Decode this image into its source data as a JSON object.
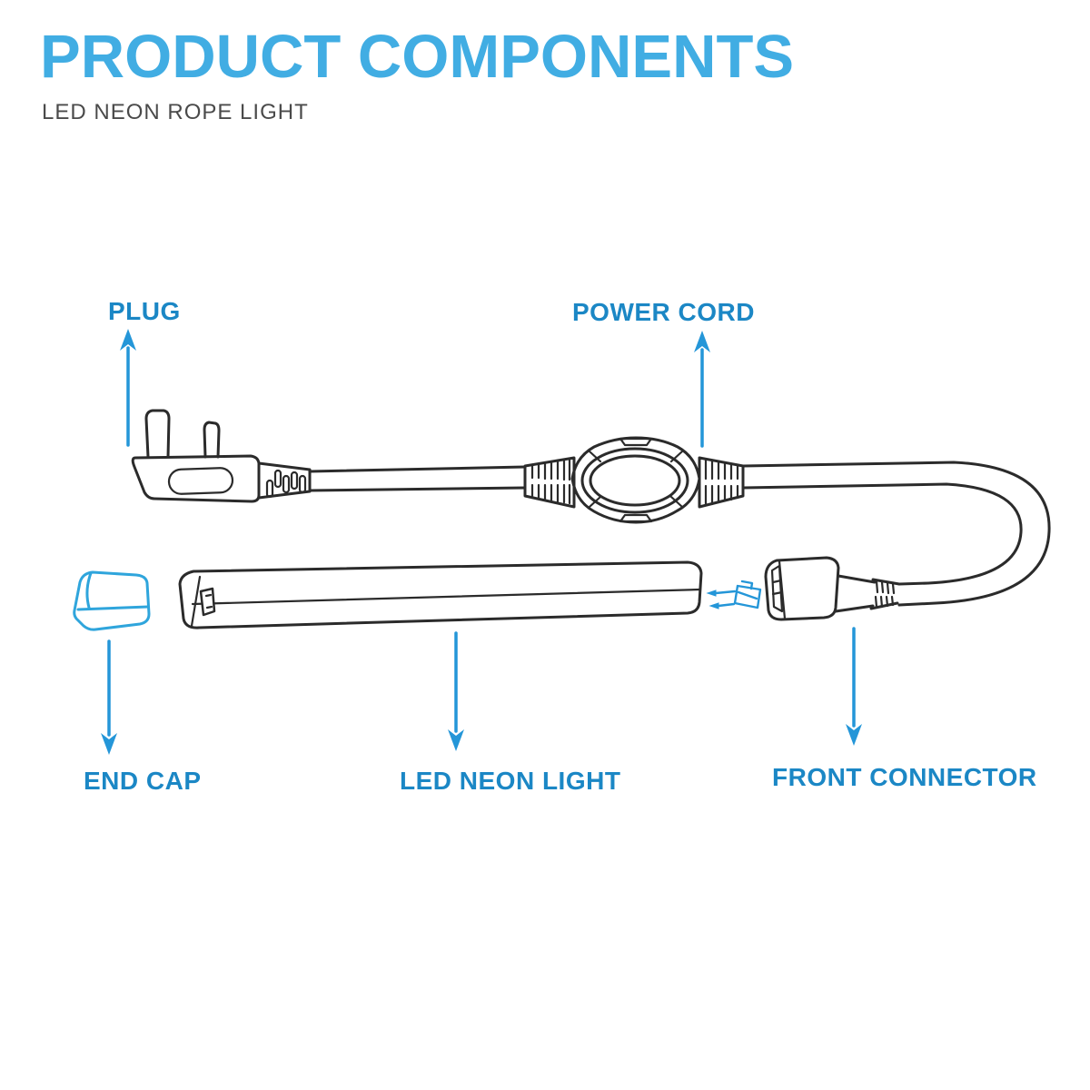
{
  "header": {
    "title": "PRODUCT COMPONENTS",
    "subtitle": "LED NEON ROPE LIGHT"
  },
  "labels": {
    "plug": "PLUG",
    "power_cord": "POWER CORD",
    "end_cap": "END CAP",
    "led_neon_light": "LED NEON LIGHT",
    "front_connector": "FRONT CONNECTOR"
  },
  "colors": {
    "title": "#41ADE3",
    "subtitle": "#4A4A4A",
    "label": "#1B87C5",
    "arrow": "#2496D8",
    "accent": "#2FA5DC",
    "line": "#2B2B2B",
    "background": "#FFFFFF"
  }
}
